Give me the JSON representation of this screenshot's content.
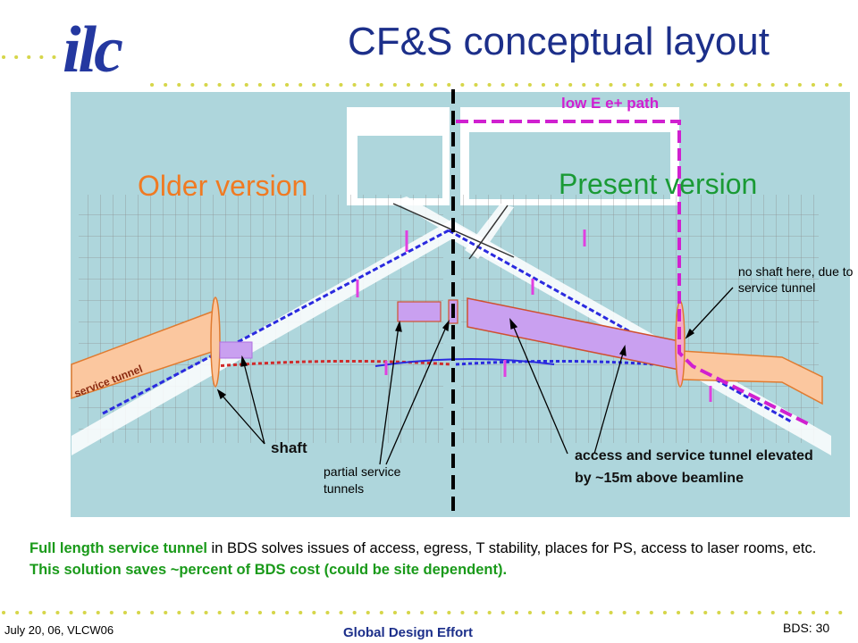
{
  "title": "CF&S conceptual layout",
  "logo": {
    "text": "ilc"
  },
  "labels": {
    "older_version": "Older version",
    "present_version": "Present version",
    "low_e_path": "low E e+ path",
    "service_tunnel": "service tunnel",
    "no_shaft": "no shaft here, due to service tunnel",
    "shaft": "shaft",
    "partial_service": "partial service tunnels",
    "access_tunnel": "access and service tunnel elevated by ~15m above beamline"
  },
  "body": {
    "part1": "Full length service tunnel",
    "part2": " in BDS solves issues of access, egress, T stability, places for PS, access to laser rooms, etc. ",
    "part3": "This solution saves ~percent of BDS cost (could be site dependent)."
  },
  "footer": {
    "left": "July 20, 06, VLCW06",
    "center": "Global Design Effort",
    "right": "BDS: 30"
  },
  "colors": {
    "title": "#1c2f8a",
    "background_panel": "#aed6dc",
    "older_label": "#f07a22",
    "present_label": "#1a9a35",
    "low_e_path": "#d020d0",
    "highlight_text": "#1a9a1a",
    "dots": "#d6d64a"
  }
}
